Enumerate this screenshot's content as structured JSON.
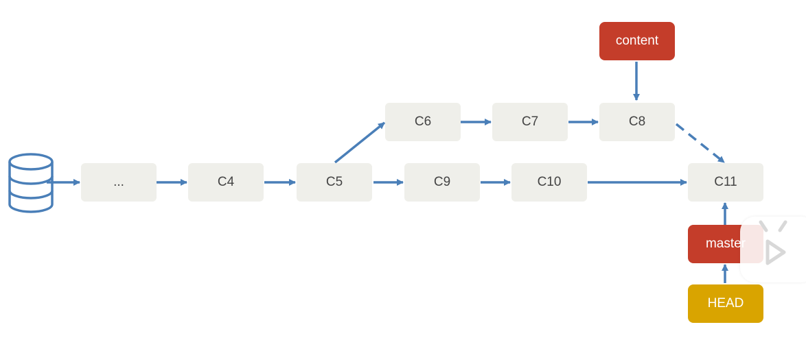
{
  "diagram": {
    "nodes": [
      {
        "id": "ellipsis",
        "label": "..."
      },
      {
        "id": "c4",
        "label": "C4"
      },
      {
        "id": "c5",
        "label": "C5"
      },
      {
        "id": "c6",
        "label": "C6"
      },
      {
        "id": "c7",
        "label": "C7"
      },
      {
        "id": "c8",
        "label": "C8"
      },
      {
        "id": "c9",
        "label": "C9"
      },
      {
        "id": "c10",
        "label": "C10"
      },
      {
        "id": "c11",
        "label": "C11"
      },
      {
        "id": "content",
        "label": "content"
      },
      {
        "id": "master",
        "label": "master"
      },
      {
        "id": "head",
        "label": "HEAD"
      }
    ],
    "edges": [
      {
        "from": "database",
        "to": "ellipsis",
        "style": "solid"
      },
      {
        "from": "ellipsis",
        "to": "c4",
        "style": "solid"
      },
      {
        "from": "c4",
        "to": "c5",
        "style": "solid"
      },
      {
        "from": "c5",
        "to": "c6",
        "style": "solid"
      },
      {
        "from": "c6",
        "to": "c7",
        "style": "solid"
      },
      {
        "from": "c7",
        "to": "c8",
        "style": "solid"
      },
      {
        "from": "c8",
        "to": "c11",
        "style": "dashed"
      },
      {
        "from": "c5",
        "to": "c9",
        "style": "solid"
      },
      {
        "from": "c9",
        "to": "c10",
        "style": "solid"
      },
      {
        "from": "c10",
        "to": "c11",
        "style": "solid"
      },
      {
        "from": "content",
        "to": "c8",
        "style": "solid"
      },
      {
        "from": "master",
        "to": "c11",
        "style": "solid"
      },
      {
        "from": "head",
        "to": "master",
        "style": "solid"
      }
    ]
  },
  "colors": {
    "node_fill": "#efefea",
    "branch_ref": "#c43d2a",
    "head_ref": "#d9a400",
    "arrow": "#4a7fb8",
    "database": "#4a7fb8"
  },
  "icons": {
    "repository": "database-icon",
    "overlay": "video-play-badge-icon"
  }
}
